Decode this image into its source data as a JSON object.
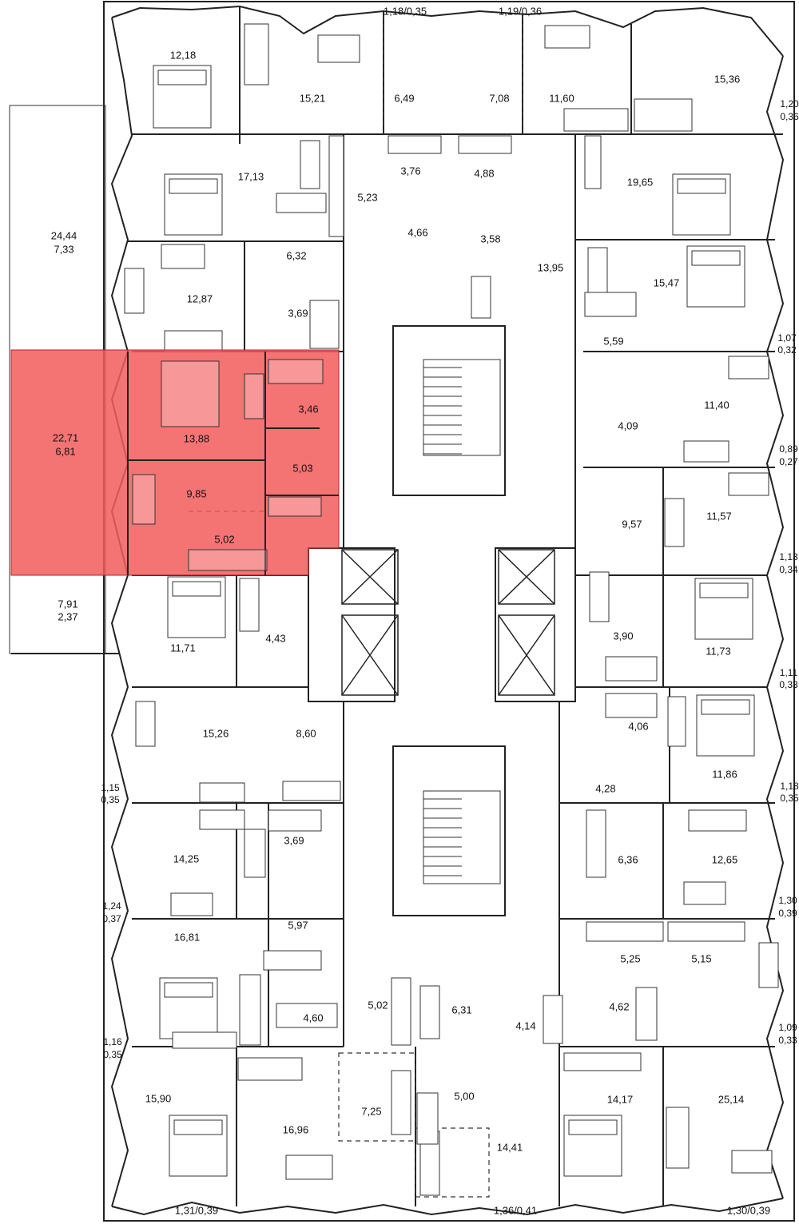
{
  "plan": {
    "highlight_color": "#f25c5c",
    "highlighted_unit": {
      "area_total": "22,71",
      "area_reduced": "6,81",
      "rooms": [
        "13,88",
        "9,85",
        "5,02",
        "3,46",
        "5,03"
      ]
    },
    "labels": {
      "r01": "12,18",
      "r02": "15,21",
      "r03": "6,49",
      "r04": "7,08",
      "r05": "11,60",
      "r06": "15,36",
      "r07": "1,18/0,35",
      "r08": "1,19/0,36",
      "r09": "1,20",
      "r10": "0,36",
      "r11": "17,13",
      "r12": "5,23",
      "r13": "3,76",
      "r14": "4,88",
      "r15": "19,65",
      "r16": "24,44",
      "r17": "7,33",
      "r18": "4,66",
      "r19": "3,58",
      "r20": "6,32",
      "r21": "13,95",
      "r22": "15,47",
      "r23": "12,87",
      "r24": "3,69",
      "r25": "1,07",
      "r26": "0,32",
      "r27": "5,59",
      "r28": "11,40",
      "r29": "4,09",
      "r30": "0,89",
      "r31": "0,27",
      "r32": "11,57",
      "r33": "9,57",
      "r34": "1,13",
      "r35": "0,34",
      "r36": "7,91",
      "r37": "2,37",
      "r38": "11,71",
      "r39": "4,43",
      "r40": "3,90",
      "r41": "11,73",
      "r42": "1,11",
      "r43": "0,33",
      "r44": "15,26",
      "r45": "8,60",
      "r46": "4,06",
      "r47": "11,86",
      "r48": "1,15",
      "r49": "0,35",
      "r50": "4,28",
      "r51": "1,18",
      "r52": "0,35",
      "r53": "14,25",
      "r54": "3,69",
      "r55": "6,36",
      "r56": "12,65",
      "r57": "1,24",
      "r58": "0,37",
      "r59": "5,97",
      "r60": "1,30",
      "r61": "0,39",
      "r62": "16,81",
      "r63": "5,25",
      "r64": "5,15",
      "r65": "5,02",
      "r66": "6,31",
      "r67": "4,60",
      "r68": "4,14",
      "r69": "4,62",
      "r70": "1,16",
      "r71": "0,35",
      "r72": "1,09",
      "r73": "0,33",
      "r74": "15,90",
      "r75": "5,00",
      "r76": "14,17",
      "r77": "25,14",
      "r78": "16,96",
      "r79": "7,25",
      "r80": "14,41",
      "r81": "1,31/0,39",
      "r82": "1,36/0,41",
      "r83": "1,30/0,39"
    }
  }
}
